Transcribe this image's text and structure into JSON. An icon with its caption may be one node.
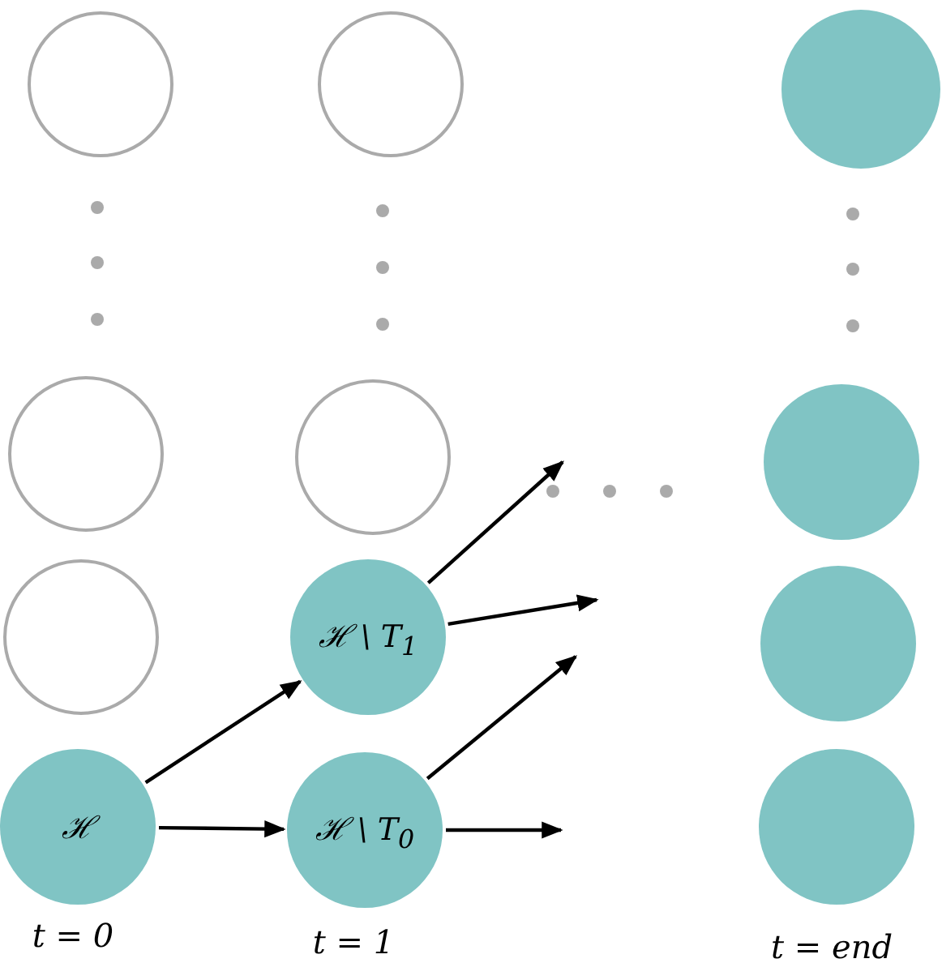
{
  "diagram": {
    "nodes": [
      {
        "text": [],
        "shape": "circle"
      },
      {
        "text": [],
        "shape": "circle"
      },
      {
        "text": [],
        "shape": "circle"
      },
      {
        "text": [
          "ℋ"
        ]
      },
      {
        "text": [],
        "shape": "circle"
      },
      {
        "text": [],
        "shape": "circle"
      },
      {
        "text": [
          "ℋ \\ T$_{1}$"
        ]
      },
      {
        "text": [
          "ℋ \\ T$_{0}$"
        ]
      },
      {
        "text": [],
        "shape": "circle"
      },
      {
        "text": [],
        "shape": "circle"
      },
      {
        "text": [],
        "shape": "circle"
      },
      {
        "text": [],
        "shape": "circle"
      }
    ],
    "edges": [
      {
        "from": 3,
        "to": 6,
        "arrow": "to"
      },
      {
        "from": 3,
        "to": 7,
        "arrow": "to"
      },
      {
        "from": 6,
        "to": null,
        "arrow": "to"
      },
      {
        "from": 6,
        "to": null,
        "arrow": "to"
      },
      {
        "from": 7,
        "to": null,
        "arrow": "to"
      },
      {
        "from": 7,
        "to": null,
        "arrow": "to"
      }
    ],
    "labels": [
      "t = 0",
      "t = 1",
      "t = end"
    ]
  }
}
